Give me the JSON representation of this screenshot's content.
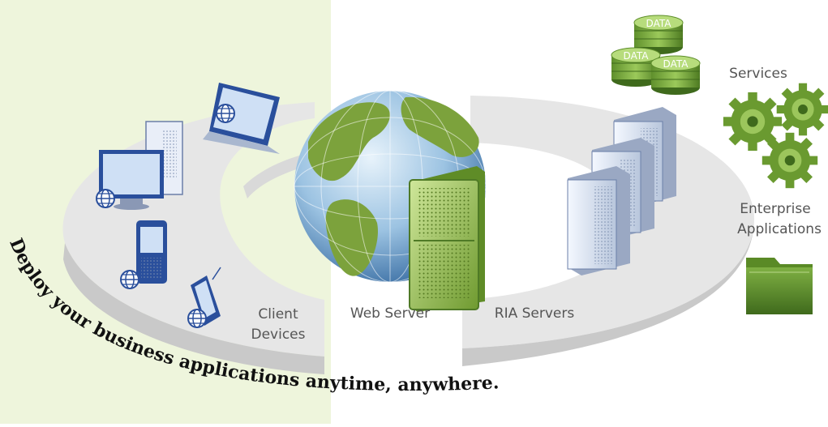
{
  "tagline": "Deploy your business applications anytime, anywhere.",
  "labels": {
    "client_devices_line1": "Client",
    "client_devices_line2": "Devices",
    "web_server": "Web Server",
    "ria_servers": "RIA Servers",
    "services": "Services",
    "enterprise_line1": "Enterprise",
    "enterprise_line2": "Applications"
  },
  "data_stores": [
    "DATA",
    "DATA",
    "DATA"
  ],
  "colors": {
    "left_panel_bg": "#eef5dc",
    "ring_top": "#e9e9e9",
    "ring_side": "#cfcfcf",
    "green_dark": "#4f7a26",
    "green_light": "#8fbf4a",
    "device_blue": "#2a4f9c"
  }
}
